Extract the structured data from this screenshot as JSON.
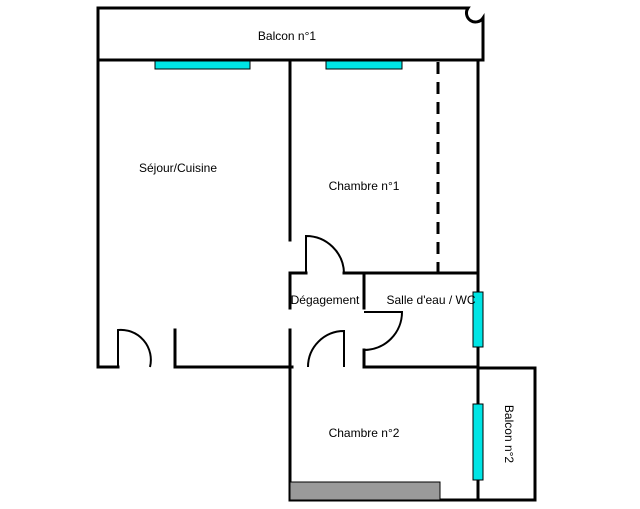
{
  "rooms": {
    "balcon1": "Balcon n°1",
    "sejour": "Séjour/Cuisine",
    "chambre1": "Chambre n°1",
    "degagement": "Dégagement",
    "salle_eau": "Salle d'eau / WC",
    "chambre2": "Chambre n°2",
    "balcon2": "Balcon n°2"
  },
  "colors": {
    "window": "#00e5e5",
    "storage": "#9a9a9a",
    "wall": "#000000"
  }
}
